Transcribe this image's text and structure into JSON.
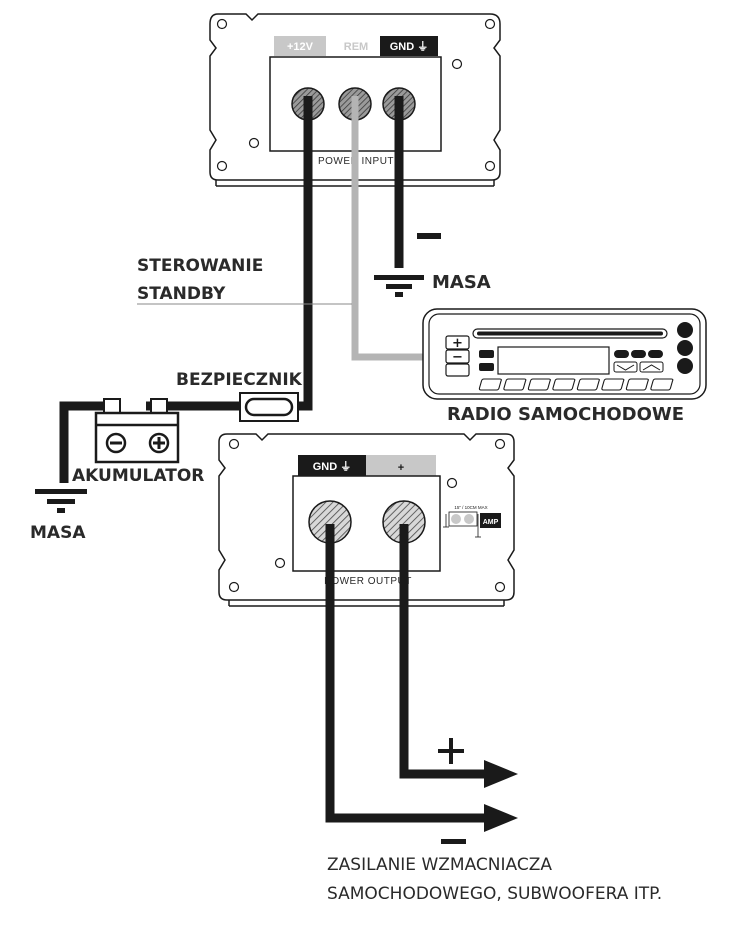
{
  "diagram": {
    "type": "wiring-diagram",
    "colors": {
      "wire_power": "#1a1a1a",
      "wire_remote": "#b4b4b4",
      "tab_dark": "#1a1a1a",
      "tab_light": "#c8c8c8",
      "outline": "#1a1a1a"
    },
    "input_unit": {
      "tabs": [
        {
          "label": "+12V",
          "style": "light"
        },
        {
          "label": "REM",
          "style": "none"
        },
        {
          "label": "GND ⏚",
          "style": "dark"
        }
      ],
      "panel_label": "POWER INPUT"
    },
    "output_unit": {
      "tabs": [
        {
          "label": "GND ⏚",
          "style": "dark"
        },
        {
          "label": "+",
          "style": "light"
        }
      ],
      "panel_label": "POWER OUTPUT",
      "indicator_label": "AMP",
      "indicator_caption": "15\" / 10CM MAX"
    },
    "labels": {
      "standby_line1": "STEROWANIE",
      "standby_line2": "STANDBY",
      "ground_right": "MASA",
      "minus_sign_input": "−",
      "fuse": "BEZPIECZNIK",
      "battery": "AKUMULATOR",
      "ground_left": "MASA",
      "radio": "RADIO SAMOCHODOWE",
      "plus_out": "+",
      "minus_out": "−",
      "output_desc_line1": "ZASILANIE WZMACNIACZA",
      "output_desc_line2": "SAMOCHODOWEGO, SUBWOOFERA ITP."
    },
    "radio": {
      "volume_up": "+",
      "volume_down": "−",
      "preset_count": 8
    },
    "battery_terminals": {
      "negative": "⊖",
      "positive": "⊕"
    }
  }
}
